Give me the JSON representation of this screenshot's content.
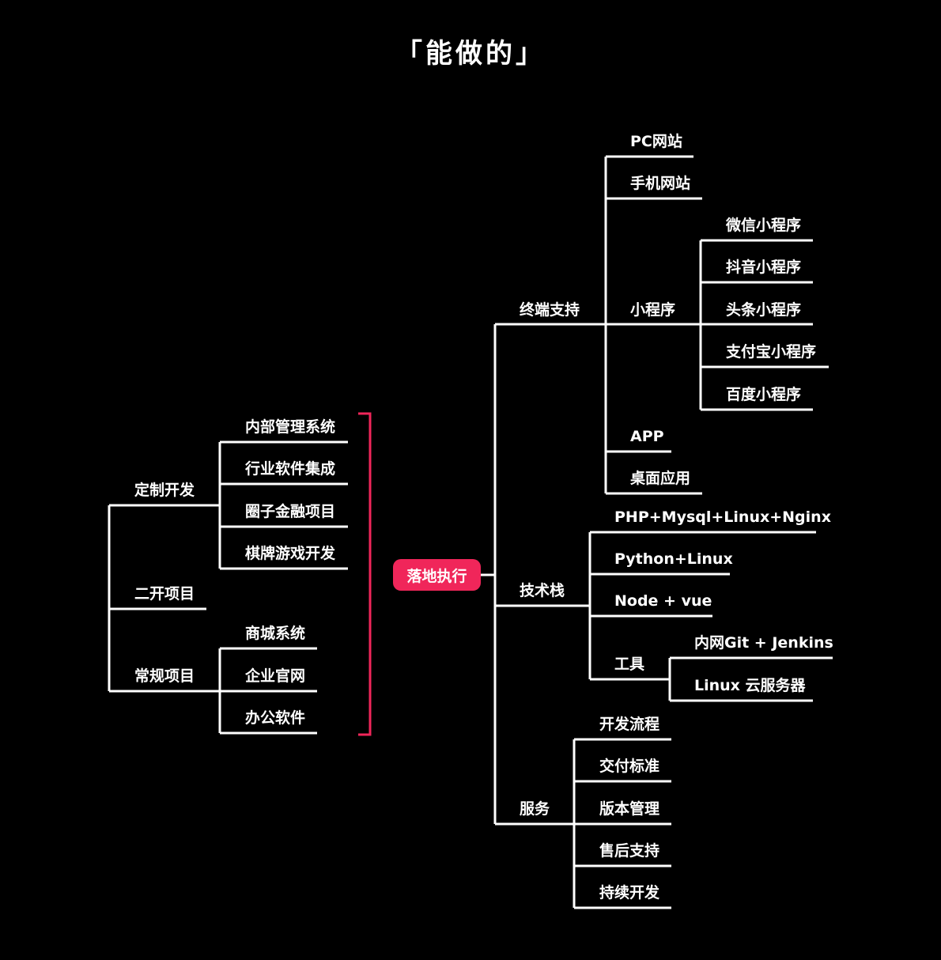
{
  "title": "「能做的」",
  "center": "落地执行",
  "left": {
    "custom_dev": {
      "label": "定制开发",
      "children": [
        "内部管理系统",
        "行业软件集成",
        "圈子金融项目",
        "棋牌游戏开发"
      ]
    },
    "secondary_dev": {
      "label": "二开项目"
    },
    "regular": {
      "label": "常规项目",
      "children": [
        "商城系统",
        "企业官网",
        "办公软件"
      ]
    }
  },
  "right": {
    "terminal": {
      "label": "终端支持",
      "children": [
        "PC网站",
        "手机网站",
        "小程序",
        "APP",
        "桌面应用"
      ],
      "mini_programs": [
        "微信小程序",
        "抖音小程序",
        "头条小程序",
        "支付宝小程序",
        "百度小程序"
      ]
    },
    "tech_stack": {
      "label": "技术栈",
      "children": [
        "PHP+Mysql+Linux+Nginx",
        "Python+Linux",
        "Node + vue",
        "工具"
      ],
      "tools": [
        "内网Git + Jenkins",
        "Linux 云服务器"
      ]
    },
    "service": {
      "label": "服务",
      "children": [
        "开发流程",
        "交付标准",
        "版本管理",
        "售后支持",
        "持续开发"
      ]
    }
  },
  "colors": {
    "background": "#000000",
    "line": "#ffffff",
    "accent": "#f0265a"
  }
}
